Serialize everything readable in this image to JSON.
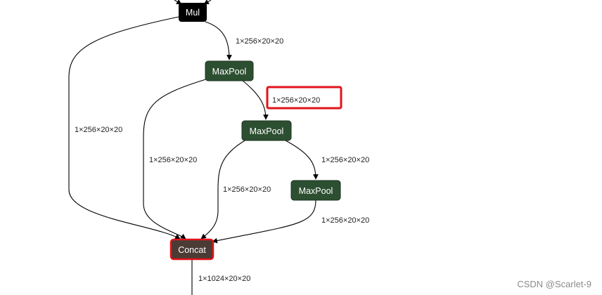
{
  "nodes": {
    "mul": "Mul",
    "maxpool_1": "MaxPool",
    "maxpool_2": "MaxPool",
    "maxpool_3": "MaxPool",
    "concat": "Concat"
  },
  "edges": {
    "mul_to_maxpool1": "1×256×20×20",
    "mul_to_concat": "1×256×20×20",
    "maxpool1_to_concat": "1×256×20×20",
    "maxpool1_to_maxpool2": "1×256×20×20",
    "maxpool2_to_maxpool3": "1×256×20×20",
    "maxpool2_to_concat": "1×256×20×20",
    "maxpool3_to_concat": "1×256×20×20",
    "concat_output": "1×1024×20×20"
  },
  "colors": {
    "mul_fill": "#000000",
    "maxpool_fill": "#2d4f31",
    "concat_fill": "#4b3b35",
    "highlight": "#e0141b",
    "edge": "#000000"
  },
  "watermark": "CSDN @Scarlet-9"
}
